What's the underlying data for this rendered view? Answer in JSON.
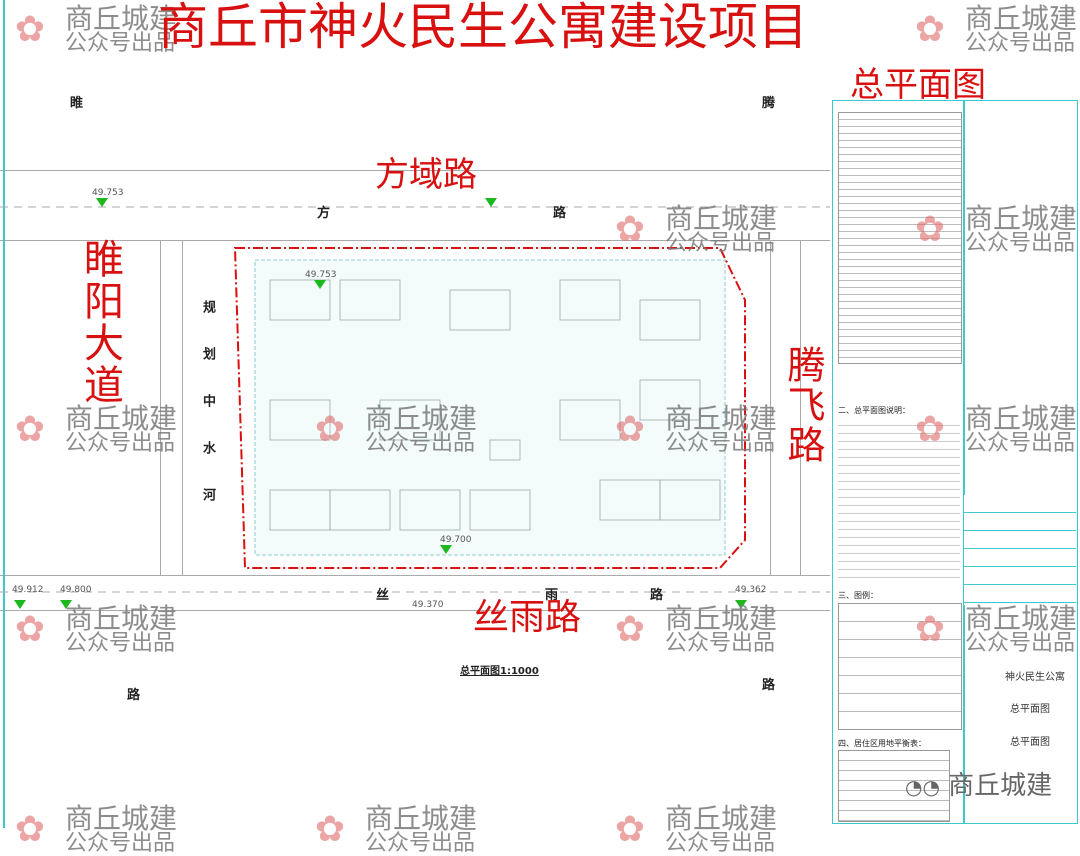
{
  "title": "商丘市神火民生公寓建设项目",
  "subtitle": "总平面图",
  "roads": {
    "north": "方域路",
    "west": "睢阳大道",
    "east": "腾飞路",
    "south": "丝雨路"
  },
  "drawing_labels": {
    "sui": "睢",
    "teng": "腾",
    "north_fang": "方",
    "north_lu": "路",
    "canal": "规划中水河",
    "south_si": "丝",
    "south_yu": "雨",
    "south_lu": "路",
    "sw_lu": "路",
    "se_lu": "路",
    "scale": "总平面图1:1000"
  },
  "elevations": [
    "49.912",
    "49.800",
    "49.370",
    "49.700",
    "49.362",
    "49.753",
    "49.753"
  ],
  "watermark": {
    "line1": "商丘城建",
    "line2": "公众号出品"
  },
  "title_block": {
    "project": "神火民生公寓",
    "drawing": "总平面图",
    "drawing2": "总平面图",
    "legend_heading": "三、图例：",
    "notes_heading": "二、总平面图说明：",
    "table_heading": "四、居住区用地平衡表："
  },
  "footer_brand": "商丘城建",
  "colors": {
    "road_label": "#d81010",
    "boundary": "#d81010",
    "title_block": "#3cc8cc",
    "marker": "#1db81d"
  }
}
